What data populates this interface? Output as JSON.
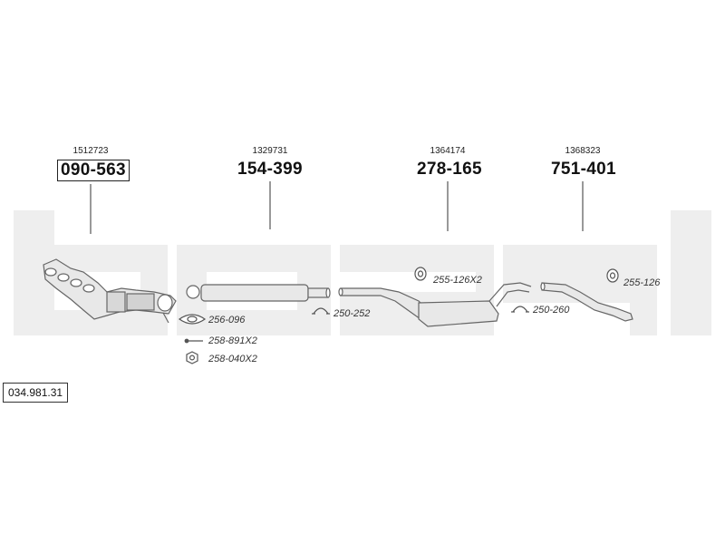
{
  "diagram": {
    "code": "034.981.31",
    "groups": [
      {
        "ref": "1512723",
        "part": "090-563"
      },
      {
        "ref": "1329731",
        "part": "154-399"
      },
      {
        "ref": "1364174",
        "part": "278-165"
      },
      {
        "ref": "1368323",
        "part": "751-401"
      }
    ],
    "labels": {
      "gasket": "256-096",
      "bolt": "258-891X2",
      "nut": "258-040X2",
      "clamp_1": "250-252",
      "hanger_1": "255-126X2",
      "clamp_2": "250-260",
      "hanger_2": "255-126"
    },
    "colors": {
      "watermark": "#efefef",
      "line": "#777777",
      "fill": "#e9e9e9"
    }
  }
}
